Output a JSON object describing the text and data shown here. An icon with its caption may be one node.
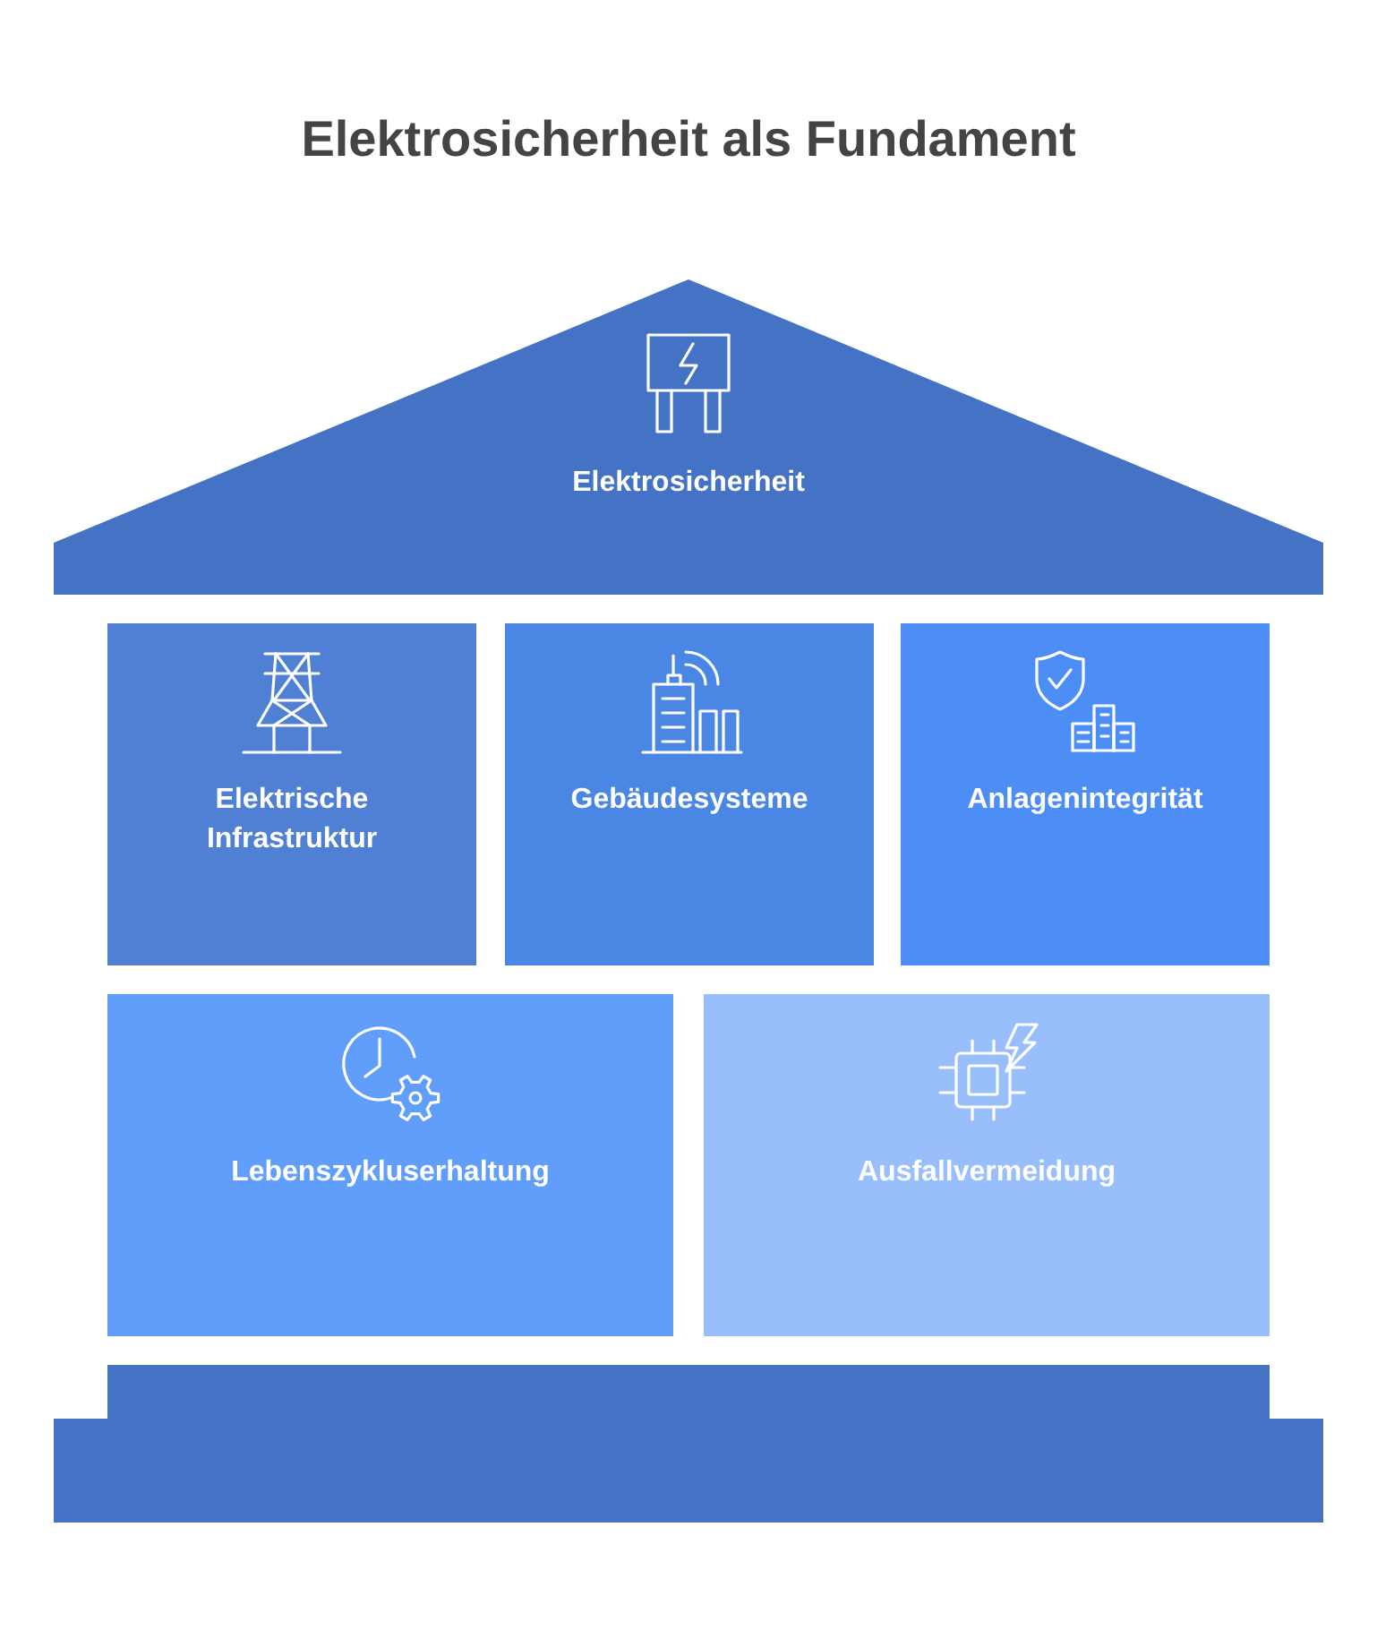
{
  "diagram": {
    "title": "Elektrosicherheit als Fundament",
    "nodes": [
      {
        "text": [
          "Elektrosicherheit"
        ]
      },
      {
        "text": [
          "Elektrische Infrastruktur"
        ]
      },
      {
        "text": [
          "Gebäudesysteme"
        ]
      },
      {
        "text": [
          "Anlagenintegrität"
        ]
      },
      {
        "text": [
          "Lebenszykluserhaltung"
        ]
      },
      {
        "text": [
          "Ausfallvermeidung"
        ]
      },
      {
        "text": [],
        "shape": "bar"
      }
    ]
  }
}
